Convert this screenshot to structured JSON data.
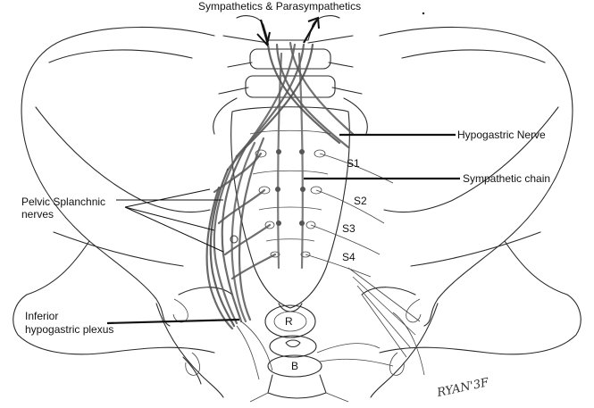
{
  "labels": {
    "top": "Sympathetics & Parasympathetics",
    "hypogastric_nerve": "Hypogastric Nerve",
    "sympathetic_chain": "Sympathetic chain",
    "pelvic_splanchnic_line1": "Pelvic Splanchnic",
    "pelvic_splanchnic_line2": "nerves",
    "inferior_hypogastric_line1": "Inferior",
    "inferior_hypogastric_line2": "hypogastric plexus",
    "s1": "S1",
    "s2": "S2",
    "s3": "S3",
    "s4": "S4",
    "rectum": "R",
    "bladder": "B",
    "signature": "RYAN'3F"
  },
  "colors": {
    "line": "#2a2a2a",
    "nerve": "#555555",
    "background": "#ffffff"
  }
}
